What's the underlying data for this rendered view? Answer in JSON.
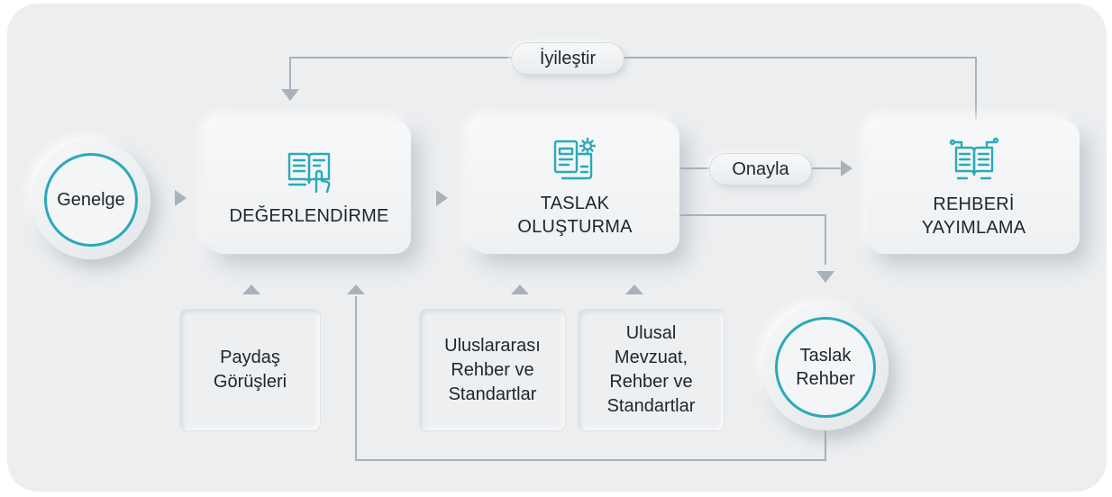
{
  "colors": {
    "accent": "#2aaab8",
    "connector": "#a9b2bb",
    "background": "#eceef0"
  },
  "nodes": {
    "genelge": "Genelge",
    "degerlendirme": "DEĞERLENDİRME",
    "taslak_olusturma": "TASLAK\nOLUŞTURMA",
    "rehberi_yayimlama": "REHBERİ\nYAYIMLAMA",
    "taslak_rehber": "Taslak\nRehber"
  },
  "inputs": {
    "paydas": "Paydaş\nGörüşleri",
    "uluslararasi": "Uluslararası\nRehber ve\nStandartlar",
    "ulusal": "Ulusal\nMevzuat,\nRehber ve\nStandartlar"
  },
  "edges": {
    "iyilestir": "İyileştir",
    "onayla": "Onayla"
  },
  "icons": {
    "degerlendirme": "open-book-hand-icon",
    "taslak_olusturma": "document-gear-icon",
    "rehberi_yayimlama": "open-book-circuit-icon"
  }
}
